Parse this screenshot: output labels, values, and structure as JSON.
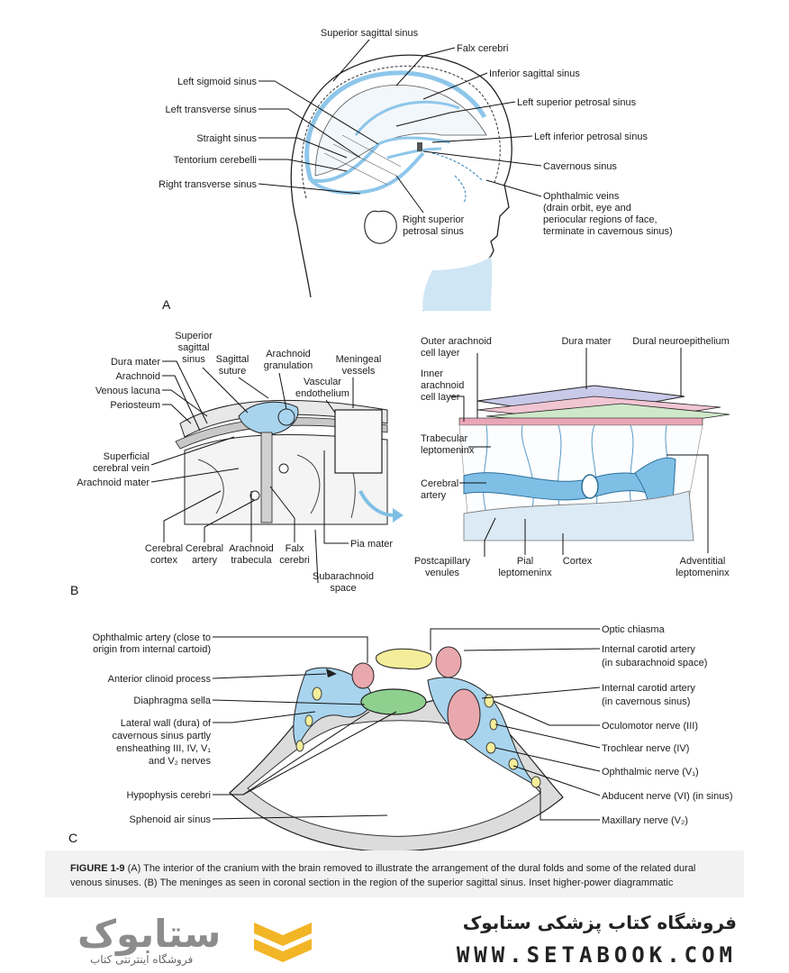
{
  "panel_a": {
    "letter": "A",
    "labels": {
      "superior_sagittal_sinus": "Superior sagittal sinus",
      "falx_cerebri": "Falx cerebri",
      "inferior_sagittal_sinus": "Inferior sagittal sinus",
      "left_superior_petrosal_sinus": "Left superior petrosal sinus",
      "left_inferior_petrosal_sinus": "Left inferior petrosal sinus",
      "cavernous_sinus": "Cavernous sinus",
      "ophthalmic_veins": [
        "Ophthalmic veins",
        "(drain orbit, eye and",
        "periocular regions of face,",
        "terminate in cavernous sinus)"
      ],
      "left_sigmoid_sinus": "Left sigmoid sinus",
      "left_transverse_sinus": "Left transverse sinus",
      "straight_sinus": "Straight sinus",
      "tentorium_cerebelli": "Tentorium cerebelli",
      "right_transverse_sinus": "Right transverse sinus",
      "right_superior_petrosal_sinus": [
        "Right superior",
        "petrosal sinus"
      ]
    }
  },
  "panel_b": {
    "letter": "B",
    "labels": {
      "superior_sagittal_sinus": [
        "Superior",
        "sagittal",
        "sinus"
      ],
      "sagittal_suture": [
        "Sagittal",
        "suture"
      ],
      "arachnoid_granulation": [
        "Arachnoid",
        "granulation"
      ],
      "meningeal_vessels": [
        "Meningeal",
        "vessels"
      ],
      "vascular_endothelium": [
        "Vascular",
        "endothelium"
      ],
      "dura_mater": "Dura mater",
      "arachnoid": "Arachnoid",
      "venous_lacuna": "Venous lacuna",
      "periosteum": "Periosteum",
      "superficial_cerebral_vein": [
        "Superficial",
        "cerebral vein"
      ],
      "arachnoid_mater": "Arachnoid mater",
      "cerebral_cortex": [
        "Cerebral",
        "cortex"
      ],
      "cerebral_artery": [
        "Cerebral",
        "artery"
      ],
      "arachnoid_trabecula": [
        "Arachnoid",
        "trabecula"
      ],
      "falx_cerebri": [
        "Falx",
        "cerebri"
      ],
      "pia_mater": "Pia mater",
      "subarachnoid_space": [
        "Subarachnoid",
        "space"
      ],
      "outer_arachnoid_cell_layer": [
        "Outer arachnoid",
        "cell layer"
      ],
      "inset_dura_mater": "Dura mater",
      "dural_neuroepithelium": "Dural neuroepithelium",
      "inner_arachnoid_cell_layer": [
        "Inner",
        "arachnoid",
        "cell layer"
      ],
      "trabecular_leptomeninx": [
        "Trabecular",
        "leptomeninx"
      ],
      "inset_cerebral_artery": [
        "Cerebral",
        "artery"
      ],
      "postcapillary_venules": [
        "Postcapillary",
        "venules"
      ],
      "pial_leptomeninx": [
        "Pial",
        "leptomeninx"
      ],
      "cortex": "Cortex",
      "adventitial_leptomeninx": [
        "Adventitial",
        "leptomeninx"
      ]
    }
  },
  "panel_c": {
    "letter": "C",
    "labels": {
      "ophthalmic_artery": [
        "Ophthalmic artery (close to",
        "origin from internal cartoid)"
      ],
      "anterior_clinoid_process": "Anterior clinoid process",
      "diaphragma_sella": "Diaphragma sella",
      "lateral_wall": [
        "Lateral wall (dura) of",
        "cavernous sinus partly",
        "ensheathing III, IV, V₁",
        "and V₂ nerves"
      ],
      "hypophysis_cerebri": "Hypophysis cerebri",
      "sphenoid_air_sinus": "Sphenoid air sinus",
      "optic_chiasma": "Optic chiasma",
      "ica_subarachnoid": [
        "Internal carotid artery",
        "(in subarachnoid space)"
      ],
      "ica_cavernous": [
        "Internal carotid artery",
        "(in cavernous sinus)"
      ],
      "oculomotor_nerve": "Oculomotor nerve (III)",
      "trochlear_nerve": "Trochlear nerve (IV)",
      "ophthalmic_nerve": "Ophthalmic nerve (V₁)",
      "abducent_nerve": "Abducent nerve (VI) (in sinus)",
      "maxillary_nerve": "Maxillary nerve (V₂)"
    }
  },
  "caption": {
    "figure": "FIGURE 1-9",
    "text": "(A) The interior of the cranium with the brain removed to illustrate the arrangement of the dural folds and some of the related dural venous sinuses. (B) The meninges as seen in coronal section in the region of the superior sagittal sinus. Inset higher-power diagrammatic"
  },
  "footer": {
    "logo_text": "ستابوک",
    "logo_subtitle": "فروشگاه اینترنتی کتاب",
    "store_name": "فروشگاه کتاب پزشکی ستابوک",
    "url": "WWW.SETABOOK.COM"
  },
  "colors": {
    "sinus_blue": "#a9d4ee",
    "vessel_blue": "#7fbfe6",
    "artery_pink": "#e9a8ae",
    "nerve_yellow": "#f4ee9a",
    "gland_green": "#8fd08f",
    "dura_lavender": "#c9c9ea"
  }
}
